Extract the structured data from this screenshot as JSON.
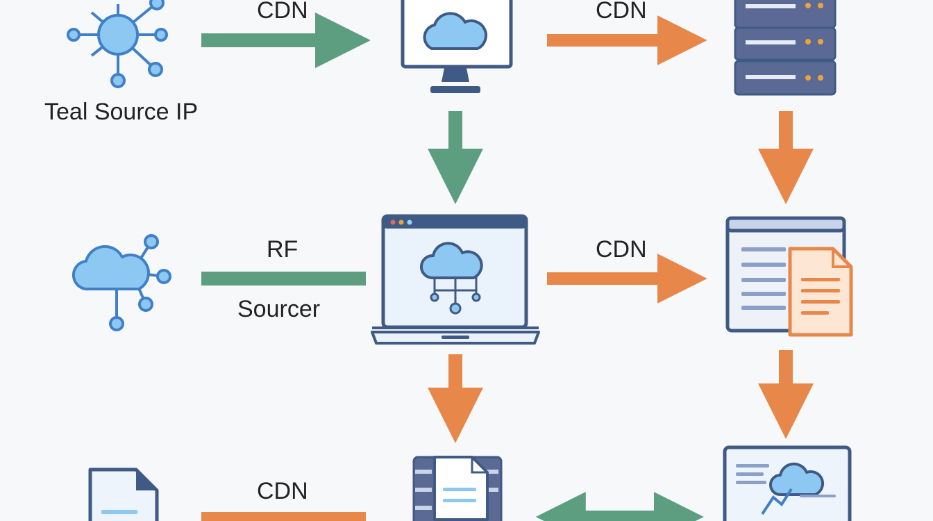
{
  "labels": {
    "source": "Teal Source IP",
    "top_left_edge": "CDN",
    "top_right_edge": "CDN",
    "mid_edge_top": "RF",
    "mid_edge_bottom": "Sourcer",
    "mid_right_edge": "CDN",
    "bottom_edge": "CDN"
  },
  "colors": {
    "teal": "#5e9e80",
    "orange": "#e8874a",
    "icon_blue": "#8cc8f2",
    "icon_stroke": "#3f5a85",
    "server": "#5a6a94",
    "dot": "#f0a23a"
  },
  "icons": [
    "network-hub-icon",
    "cloud-monitor-icon",
    "server-rack-icon",
    "cloud-network-icon",
    "cloud-laptop-icon",
    "documents-icon",
    "document-icon",
    "file-server-icon",
    "analytics-dashboard-icon"
  ]
}
